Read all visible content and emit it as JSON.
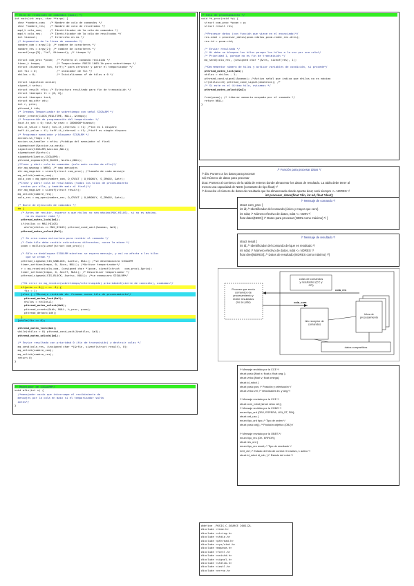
{
  "main_block": {
    "lines": [
      {
        "t": "/* Hilo de recepción de comandos (main) */",
        "c": "cm hl-green"
      },
      {
        "t": "int main(int argc, char **argv) {",
        "c": ""
      },
      {
        "t": "  char *nombre_com;   /* Nombre de cola de comandos */",
        "c": ""
      },
      {
        "t": "  char *nombre_res;   /* Nombre de cola de resultados */",
        "c": ""
      },
      {
        "t": "  mqd_t cola_com;     /* Identificador de la cola de comandos */",
        "c": ""
      },
      {
        "t": "  mqd_t cola_res;     /* Identificador de la cola de resultados */",
        "c": ""
      },
      {
        "t": "  int timeout;        /* Intervalo en ms */",
        "c": ""
      },
      {
        "t": "  /* Argumentos de la línea de comandos */",
        "c": "cm"
      },
      {
        "t": "  nombre_com = argv[1]; /* nombre de caracteres */",
        "c": ""
      },
      {
        "t": "  nombre_res = argv[2]; /* nombre de caracteres */",
        "c": ""
      },
      {
        "t": "  sscanf(argv[3], \"%d\", &timeout); /* tiempo */",
        "c": ""
      },
      {
        "t": "",
        "c": ""
      },
      {
        "t": "  struct com_proc *pcom;  /* Puntero al comando recibido */",
        "c": ""
      },
      {
        "t": "  timer_t tempo;          /* Temporizador POSIX 1003.1b para sobretiempo */",
        "c": ""
      },
      {
        "t": "  struct itimerspec ton, toff;/* para arrancar y parar el temporizador */",
        "c": ""
      },
      {
        "t": "  int fin = 0;            /* indicador de fin */",
        "c": ""
      },
      {
        "t": "  nhilos = 0;             /* Inicializamos nº de hilos a 0 */",
        "c": ""
      },
      {
        "t": "",
        "c": ""
      },
      {
        "t": "  struct sigaction accion;",
        "c": ""
      },
      {
        "t": "  sigset_t setsc;",
        "c": ""
      },
      {
        "t": "  struct result rfin; /* Estructura resultado para fin de transmisión */",
        "c": ""
      },
      {
        "t": "  struct timespec t1 = {0, 0};",
        "c": ""
      },
      {
        "t": "  struct timespec tout;",
        "c": ""
      },
      {
        "t": "  struct mq_attr ats;",
        "c": ""
      },
      {
        "t": "  int r, prio;",
        "c": ""
      },
      {
        "t": "  pthread_t idh;",
        "c": ""
      },
      {
        "t": "  /* Creamos Temporizador de sobretiempo con señal SIGALRM */",
        "c": "cm"
      },
      {
        "t": "  timer_create(CLOCK_REALTIME, NULL, &tempo);",
        "c": ""
      },
      {
        "t": "  /* Preparación de programación del temporizador */",
        "c": "cm"
      },
      {
        "t": "  tout.tv_sec = 0; tout.tv_nsec = 1000000*timeout;",
        "c": ""
      },
      {
        "t": "  ton.it_value = tout; ton.it_interval = t1; /*ton es 1 disparo",
        "c": ""
      },
      {
        "t": "  toff.it_value = t1; toff.it_interval = t1; /*toff es nimgún disparo",
        "c": ""
      },
      {
        "t": "  /* Programar manejador y bloquear SIGALRM */",
        "c": "cm"
      },
      {
        "t": "  accion.sa_flags = 0;",
        "c": ""
      },
      {
        "t": "  accion.sa_handler = mfin; /*código del manejador al final",
        "c": ""
      },
      {
        "t": "  sigemptyset(&accion.sa_mask);",
        "c": ""
      },
      {
        "t": "  sigaction(SIGALRM,&accion,NULL);",
        "c": ""
      },
      {
        "t": "  sigemptyset(&setsc);",
        "c": ""
      },
      {
        "t": "  sigaddset(&setsc,SIGALRM);",
        "c": ""
      },
      {
        "t": "  pthread_sigmask(SIG_BLOCK, &setsc,NULL);",
        "c": ""
      },
      {
        "t": "  /*Crear y abrir cola de comandos (solo main recibe de ella)*/",
        "c": "cm"
      },
      {
        "t": "  atr.mq_maxmsg = NMSG; /* max mensajes",
        "c": ""
      },
      {
        "t": "  atr.mq_msgsize = sizeof(struct com_proc); /*tamaño de cada mensaje",
        "c": ""
      },
      {
        "t": "  mq_unlink(nombre_com);",
        "c": ""
      },
      {
        "t": "  cola_com = mq_open(nombre_com, O_CREAT | O_RDONLY, S_IRWXU, &atr);",
        "c": ""
      },
      {
        "t": "  /*Crear y abrir cola de resultados (todos los hilos de procesamiento",
        "c": "cm"
      },
      {
        "t": "    envían por ella, y también main al final)*/",
        "c": "cm"
      },
      {
        "t": "  atr.mq_msgsize = sizeof(struct result);",
        "c": ""
      },
      {
        "t": "  mq_unlink(nombre_res);",
        "c": ""
      },
      {
        "t": "  cola_res = mq_open(nombre_res, O_CREAT | O_WRONLY, S_IRWXU, &atr);",
        "c": ""
      },
      {
        "t": "",
        "c": ""
      },
      {
        "t": "  /* Bucle de ejecución de comandos */",
        "c": "cm"
      },
      {
        "t": "  do {",
        "c": "hl-yellow"
      },
      {
        "t": "    /* Antes de recibir, esperar a que nhilos no sea máximo(MAX_HILOS), si no es máximo,",
        "c": "cm"
      },
      {
        "t": "       no es esperar nada */",
        "c": "cm"
      },
      {
        "t": "    pthread_mutex_lock(&m1);",
        "c": "kw"
      },
      {
        "t": "    if(nhilos == MAX_HILOS)",
        "c": ""
      },
      {
        "t": "      while(nhilos == MAX_HILOS) pthread_cond_wait(&nomax, &m1);",
        "c": ""
      },
      {
        "t": "    pthread_mutex_unlock(&m1);",
        "c": "kw"
      },
      {
        "t": "",
        "c": ""
      },
      {
        "t": "    /* Se crea nueva estructura para recibir el comando */",
        "c": "cm"
      },
      {
        "t": "    /* Cada hilo debe recibir estructuras diferentes, nunca la misma */",
        "c": "cm"
      },
      {
        "t": "    pcom = malloc(sizeof(struct com_proc));",
        "c": ""
      },
      {
        "t": "",
        "c": ""
      },
      {
        "t": "    /* Sólo se desbloquea SIGALRM mientras se espera mensaje, y así no afecta a los hilos",
        "c": "cm"
      },
      {
        "t": "       que se crean */",
        "c": "cm"
      },
      {
        "t": "    pthread_sigmask(SIG_UNBLOCK, &setsc, NULL); /*se desenmascara SIGALRM",
        "c": ""
      },
      {
        "t": "    timer_settime(tempo, 0, &ton, NULL); /*Activar temporizador*/",
        "c": ""
      },
      {
        "t": "    r = mq_receive(cola_com, (unsigned char *)pcom, sizeof(struct   com_proc),&prio);",
        "c": ""
      },
      {
        "t": "    timer_settime(tempo, 0, &toff, NULL); /* Desactivar temporizador */",
        "c": ""
      },
      {
        "t": "    pthread_sigmask(SIG_BLOCK, &setsc, NULL); /*se enmascara SIGALRM*/",
        "c": ""
      },
      {
        "t": "",
        "c": ""
      },
      {
        "t": "    /*Si error en mq_receive(sobretiempo/interrumpido) prioridad=0(cierre de conexión), acabamos*/",
        "c": "cm"
      },
      {
        "t": "    if(prio == 0|| r == -1) {",
        "c": "hl-yellow"
      },
      {
        "t": "      fin = 1;",
        "c": ""
      },
      {
        "t": "    }else { /*Mensaje recibido ok: Creamos nuevo hilo de procesamiento*/",
        "c": "hl-cyan"
      },
      {
        "t": "      pthread_mutex_lock(&m1);",
        "c": "kw"
      },
      {
        "t": "      nhilos = nhilos+1;",
        "c": ""
      },
      {
        "t": "      pthread_mutex_unlock(&m1);",
        "c": "kw"
      },
      {
        "t": "      pthread_create(&idh, NULL, h_proc, pcom);",
        "c": ""
      },
      {
        "t": "      pthread_detach(idh);",
        "c": ""
      },
      {
        "t": "    }",
        "c": "hl-yellow"
      },
      {
        "t": "  }while(fin == 0);",
        "c": "hl-cyan"
      },
      {
        "t": "",
        "c": ""
      },
      {
        "t": "  pthread_mutex_lock(&m1);",
        "c": "kw"
      },
      {
        "t": "  while(nhilos > 0) pthread_cond_wait(&nohilos, &m1);",
        "c": ""
      },
      {
        "t": "  pthread_mutex_unlock(&m1);",
        "c": "kw"
      },
      {
        "t": "",
        "c": ""
      },
      {
        "t": "  /* Enviar resultado con prioridad 0 (fin de transmisión) y destruir colas */",
        "c": "cm"
      },
      {
        "t": "  mq_send(cola_res, (unsigned char *)&rfin, sizeof(struct result), 0);",
        "c": ""
      },
      {
        "t": "  mq_unlink(nombre_com);",
        "c": ""
      },
      {
        "t": "  mq_unlink(nombre_res);",
        "c": ""
      },
      {
        "t": "  return 0;",
        "c": ""
      },
      {
        "t": "}",
        "c": ""
      }
    ]
  },
  "proc_block": {
    "lines": [
      {
        "t": "/* Hilo de procesamiento */",
        "c": "cm hl-green"
      },
      {
        "t": "void *h_proc(void *p) {",
        "c": ""
      },
      {
        "t": "  struct com_proc *pcom = p;",
        "c": ""
      },
      {
        "t": "  struct result res;",
        "c": ""
      },
      {
        "t": "",
        "c": ""
      },
      {
        "t": "  /*Procesar datos (con función que viene en el enunciado)*/",
        "c": "cm"
      },
      {
        "t": "  res.ndat = procesar_datos(pcom->datos,pcom->ndat,res.dres);",
        "c": ""
      },
      {
        "t": "  res.id = pcom->id;",
        "c": ""
      },
      {
        "t": "",
        "c": ""
      },
      {
        "t": "  /* Enviar resultado */",
        "c": "cm"
      },
      {
        "t": "  /* Hi debe no bloquea los hilos porque los hilos a la vez por una cola*/",
        "c": "cm"
      },
      {
        "t": "  /* Prioridad 1, porque no es fin de transmisión */",
        "c": "cm"
      },
      {
        "t": "  mq_send(cola_res, (unsigned char *)&res, sizeof(res), 1);",
        "c": ""
      },
      {
        "t": "",
        "c": ""
      },
      {
        "t": "  /*Decrementar número de hilos y activar variables de condición, si procede*/",
        "c": "cm"
      },
      {
        "t": "  pthread_mutex_lock(&m1);",
        "c": "kw"
      },
      {
        "t": "  nhilos = nhilos - 1;",
        "c": ""
      },
      {
        "t": "  pthread_cond_signal(&nomax); /*Activo señal que indica que nhilos no es máximo",
        "c": ""
      },
      {
        "t": "  if(nhilos==0) pthread_cond_signal(&nohilos); /*",
        "c": ""
      },
      {
        "t": "  /* Si este es el último hilo, avisamos */",
        "c": "cm"
      },
      {
        "t": "  pthread_mutex_unlock(&m1);",
        "c": "kw"
      },
      {
        "t": "",
        "c": ""
      },
      {
        "t": "  free(pcom); /* Liberar memoria ocupada por el comando */",
        "c": ""
      },
      {
        "t": "  return NULL;",
        "c": ""
      },
      {
        "t": "}",
        "c": ""
      }
    ]
  },
  "funcion_block": {
    "header": "/* Función para procesar datos */",
    "lines": [
      "/* dia: Puntero a los datos para procesar",
      "ndi: Número de datos para procesar",
      "dout: Puntero al comienzo de la tabla de enteros donde almacenar los datos de resultado. La tabla debe tener al",
      "menos una capacidad de NDIS (constante de tipo float) */",
      "/* devuelve el número de datos de resultado que ha almacenado donde apunta dout; será siempre <= NDRES */"
    ],
    "signature": "int procesar_datos(float *din, int nd, float *dout);"
  },
  "comando_block": {
    "header": "/* Mensaje de comando */",
    "lines": [
      "struct com_proc {",
      "int id; /* Identificador del comando (único y mayor que cero)",
      "int ndat; /* Número efectivo de datos, ndat <= NDIN */",
      "float datos[NDIN]; /* Datos para procesar (NDIN como máximo) */ }"
    ]
  },
  "resultado_block": {
    "header": "/* Mensaje de resultado */",
    "lines": [
      "struct result {",
      "int id; /* Identificador del comando del que es resultado */",
      "int ndat; /* Número efectivo de datos, ndat <= NDRES */",
      "float dres[NDRES]; /* Datos de resultado (NDRES como máximo) */}"
    ]
  },
  "diagram": {
    "queues_label": "colas de comandos y resultados (CC y CR)",
    "process_label": "Proceso que envía comandos de procesamiento y recibe resultados (no se pide)",
    "cola_res": "cola_res",
    "cola_com": "cola_com",
    "receptor_label": "hilo receptor de comandos",
    "hilos_label": "hilos de procesamiento",
    "datos_label": "datos compartidos"
  },
  "cce_block": {
    "lines": [
      "/* Mensaje recibido por la CCE */",
      "struct posic {float x; float y; float ang; };",
      "struct veloc {float v; float omega};",
      "struct id_robot {",
      "struct posic pos; /* Posición y orientación */",
      "struct veloc vel; /* Velocidades lin. y ang.*/",
      "",
      "/* Mensaje enviado por la CCE */",
      "struct com_robot {struct veloc vel;};",
      "/* Mensaje recibido por la COBO */",
      "enum tipo_ord {OBJ, ESPERA, LISt_ST, FIN};",
      "struct ord_usu {",
      "enum tipo_ord tipo; /* Tipo de orden */",
      "struct posic obj;}; /* Posición objetivo (OBJ)*/",
      "",
      "/* Mensaje enviado por la OBES */",
      "enum tipo_res {OK, ERROR};",
      "struct res_ord {",
      "enum tipo_res result; /* Tipo de resultado */",
      "int it_ctrl; /* Estado del hilo de control: 0 inactivo, 1 activo */",
      "struct id_robot id_rob; } /* Estado del robot */"
    ]
  },
  "mfin_block": {
    "lines": [
      {
        "t": "/* Manejador de SIGALRM*/",
        "c": "cm hl-green"
      },
      {
        "t": "void mfin(int s) {",
        "c": ""
      },
      {
        "t": "  /*manejador vacío que interrumpe el recibimiento de",
        "c": "cm"
      },
      {
        "t": "  mensajes por la cola en main si el temporizador salta",
        "c": "cm"
      },
      {
        "t": "  antes*/",
        "c": "cm"
      },
      {
        "t": "}",
        "c": ""
      }
    ]
  },
  "includes_block": {
    "lines": [
      "#define _POSIX_C_SOURCE 200112L",
      "#include <time.h>",
      "#include <string.h>",
      "#include <stdio.h>",
      "#include <pthread.h>",
      "#include <sys/stat.h>",
      "#include <mqueue.h>",
      "#include <fcntl.h>",
      "#include <unistd.h>",
      "#include <signal.h>",
      "#include <stdlib.h>",
      "#include <iostl.h>",
      "#include <errno.h>"
    ]
  }
}
